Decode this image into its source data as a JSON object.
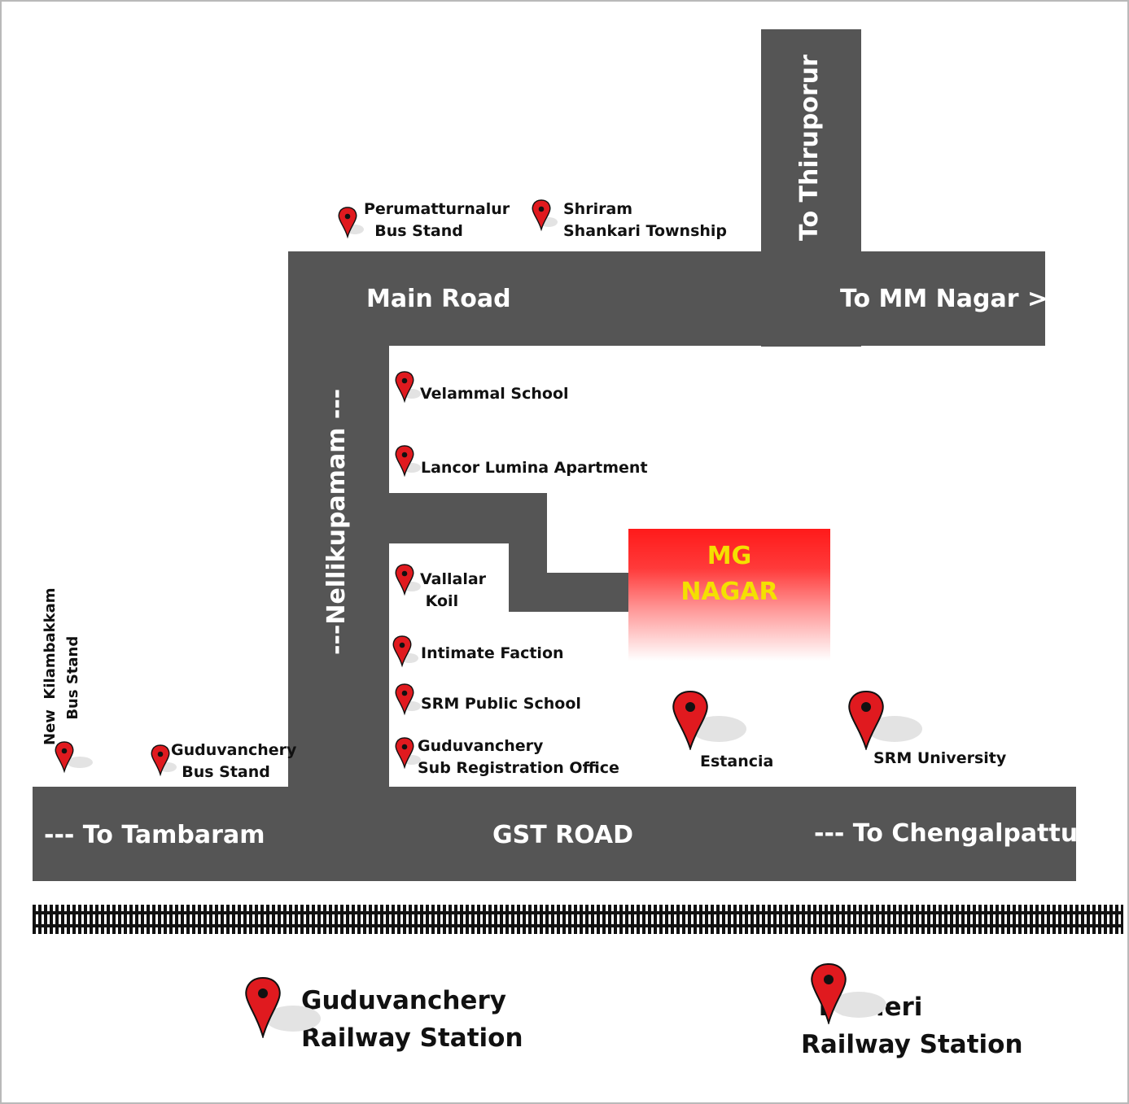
{
  "roads": {
    "main_road": "Main Road",
    "to_mm_nagar": "To MM Nagar >",
    "to_thiruporur": "To Thiruporur",
    "nellikupamam": "---Nellikupamam ---",
    "gst_road": "GST ROAD",
    "to_tambaram": "--- To Tambaram",
    "to_chengalpattu": "--- To Chengalpattu"
  },
  "destination": {
    "line1": "MG",
    "line2": "NAGAR"
  },
  "places": {
    "perumatturnalur": "Perumatturnalur\n  Bus Stand",
    "shriram": "Shriram\nShankari Township",
    "velammal": "Velammal School",
    "lancor": "Lancor Lumina Apartment",
    "vallalar": "Vallalar\n Koil",
    "intimate": "Intimate Faction",
    "srm_school": "SRM Public School",
    "sub_registration": "Guduvanchery\nSub Registration Office",
    "estancia": "Estancia",
    "srm_university": "SRM University",
    "guduvanchery_bus": "Guduvanchery\n  Bus Stand",
    "new_kilambakkam": "New  Kilambakkam\n     Bus Stand",
    "guduvanchery_rail": "Guduvanchery\nRailway Station",
    "potheri_rail": "  Potheri\nRailway Station"
  },
  "colors": {
    "road": "#555555",
    "pin": "#e01a1f",
    "destination_text": "#f4e000",
    "destination_fill": "#ff1a1a"
  },
  "icon": "map-pin-icon"
}
